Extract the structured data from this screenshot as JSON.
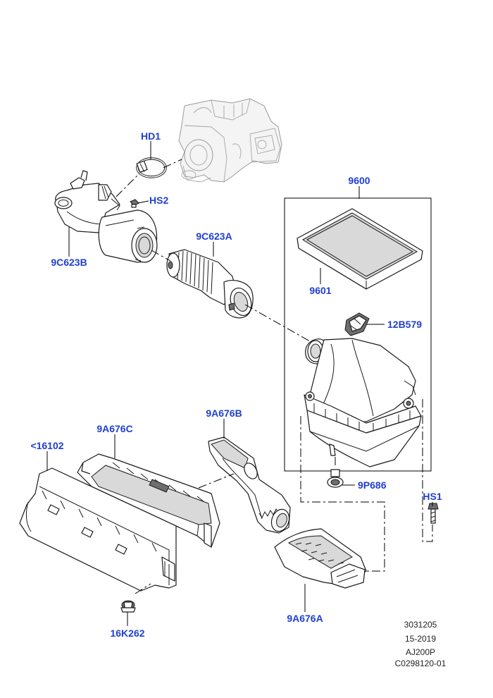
{
  "labels": {
    "hd1": "HD1",
    "hs2": "HS2",
    "p9c623b": "9C623B",
    "p9c623a": "9C623A",
    "p9600": "9600",
    "p9601": "9601",
    "p12b579": "12B579",
    "p9a676b": "9A676B",
    "p9a676c": "9A676C",
    "p16102": "<16102",
    "p9p686": "9P686",
    "hs1": "HS1",
    "p9a676a": "9A676A",
    "p16k262": "16K262"
  },
  "footer": {
    "line1": "3031205",
    "line2": "15-2019",
    "line3": "AJ200P",
    "line4": "C0298120-01"
  },
  "colors": {
    "label": "#1f3fd0",
    "outline": "#1a1a1a",
    "ghost": "#9a9a9a"
  }
}
